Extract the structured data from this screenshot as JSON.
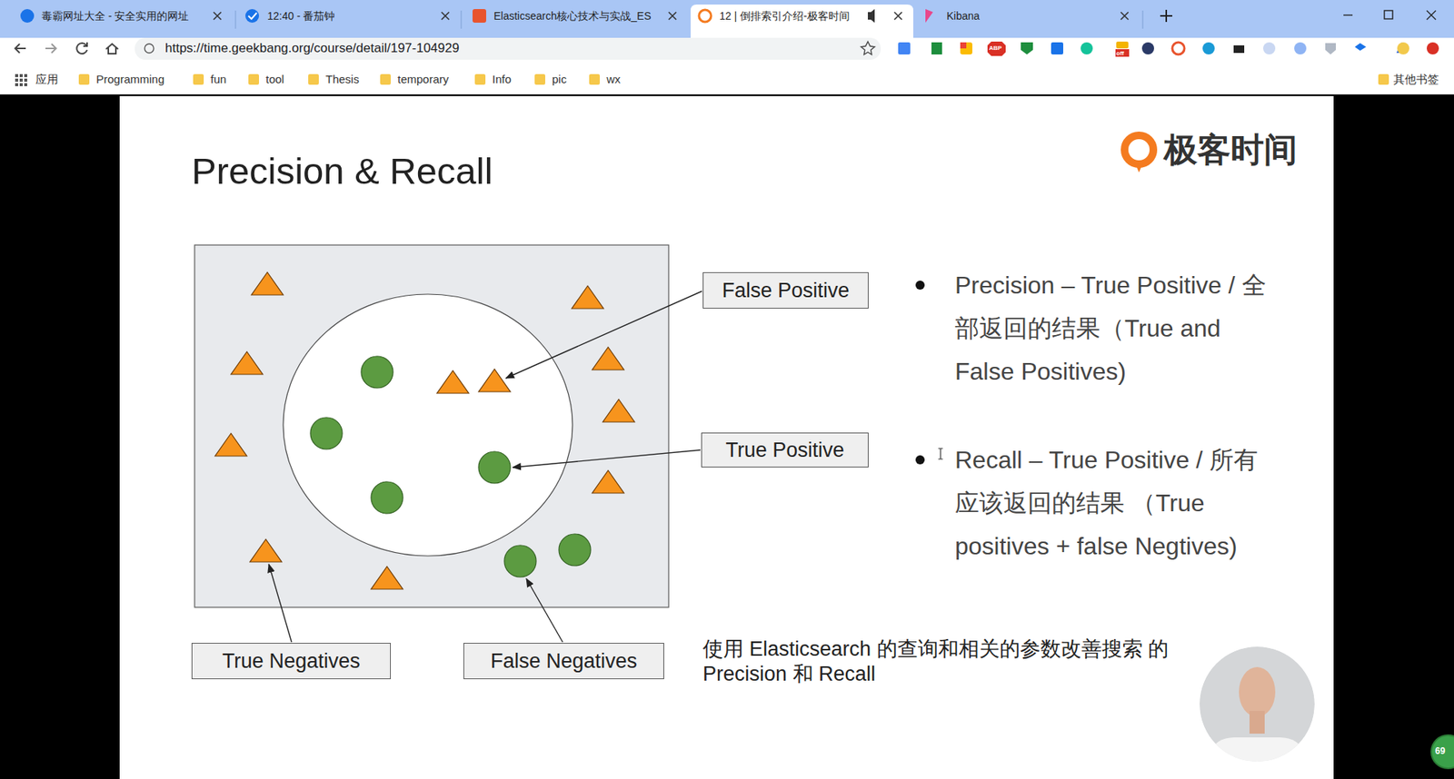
{
  "diagram": {
    "title": "Precision & Recall",
    "nodes": [
      {
        "text": [
          "False Positive"
        ]
      },
      {
        "text": [
          "True Positive"
        ]
      },
      {
        "text": [
          "True Negatives"
        ]
      },
      {
        "text": [
          "False Negatives"
        ]
      }
    ],
    "labels": [
      "毒霸网址大全 - 安全实用的网址",
      "12:40 - 番茄钟",
      "Elasticsearch核心技术与实战_ES",
      "12 | 倒排索引介绍-极客时间",
      "Kibana",
      "https://time.geekbang.org/course/detail/197-104929",
      "ABP",
      "off",
      "应用",
      "Programming",
      "fun",
      "tool",
      "Thesis",
      "temporary",
      "Info",
      "pic",
      "wx",
      "其他书签",
      "极客时间",
      "Precision – True Positive / 全部返回的结果（True and False Positives)",
      "Recall – True Positive / 所有应该返回的结果 （True positives + false Negtives)",
      "使用 Elasticsearch 的查询和相关的参数改善搜索 的 Precision 和 Recall",
      "69"
    ]
  }
}
